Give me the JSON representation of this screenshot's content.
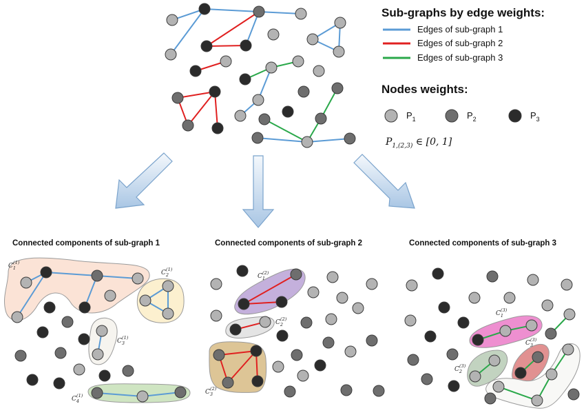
{
  "legend": {
    "edges_title": "Sub-graphs by edge weights:",
    "edge_items": [
      {
        "label": "Edges of sub-graph 1",
        "color": "#5b9bd5"
      },
      {
        "label": "Edges of sub-graph 2",
        "color": "#e02020"
      },
      {
        "label": "Edges of sub-graph 3",
        "color": "#2aa84a"
      }
    ],
    "nodes_title": "Nodes weights:",
    "node_items": [
      {
        "label": "P",
        "sub": "1",
        "color": "#b3b3b3"
      },
      {
        "label": "P",
        "sub": "2",
        "color": "#6e6e6e"
      },
      {
        "label": "P",
        "sub": "3",
        "color": "#2b2b2b"
      }
    ],
    "formula": {
      "main": "P",
      "sub": "1,(2,3)",
      "rest": " ∈ [0, 1]"
    }
  },
  "panels": [
    {
      "title": "Connected components of sub-graph 1"
    },
    {
      "title": "Connected components of sub-graph 2"
    },
    {
      "title": "Connected components of sub-graph 3"
    }
  ],
  "component_labels": [
    {
      "text": "C",
      "sub": "1",
      "sup": "(1)"
    },
    {
      "text": "C",
      "sub": "2",
      "sup": "(1)"
    },
    {
      "text": "C",
      "sub": "3",
      "sup": "(1)"
    },
    {
      "text": "C",
      "sub": "4",
      "sup": "(1)"
    },
    {
      "text": "C",
      "sub": "1",
      "sup": "(2)"
    },
    {
      "text": "C",
      "sub": "2",
      "sup": "(2)"
    },
    {
      "text": "C",
      "sub": "3",
      "sup": "(2)"
    },
    {
      "text": "C",
      "sub": "1",
      "sup": "(3)"
    },
    {
      "text": "C",
      "sub": "3",
      "sup": "(3)"
    },
    {
      "text": "C",
      "sub": "2",
      "sup": "(3)"
    }
  ],
  "colors": {
    "edge1": "#5b9bd5",
    "edge2": "#e02020",
    "edge3": "#2aa84a",
    "p1": "#b3b3b3",
    "p2": "#6e6e6e",
    "p3": "#2b2b2b",
    "arrow_fill": "#cfe0f1",
    "arrow_stroke": "#7aa3cc"
  }
}
